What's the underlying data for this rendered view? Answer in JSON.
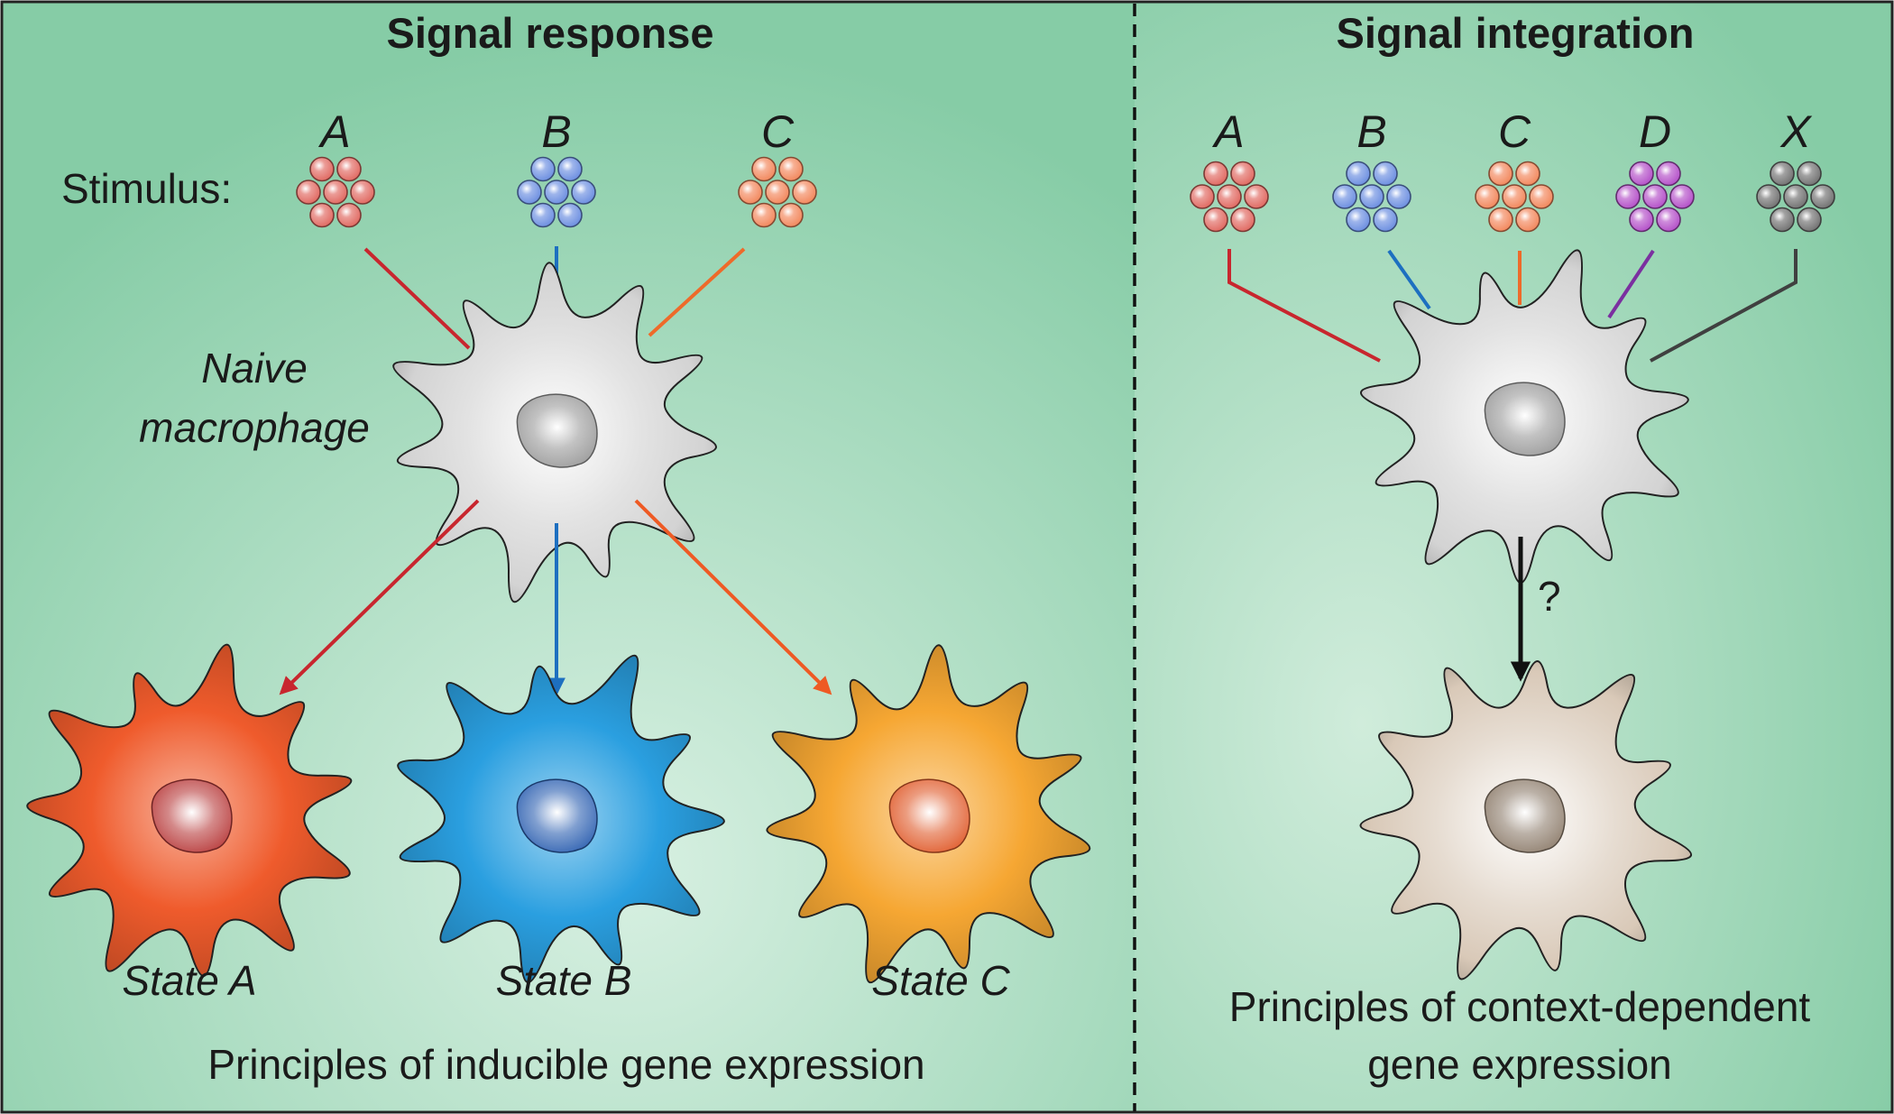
{
  "left_panel": {
    "title": "Signal response",
    "stimulus_label": "Stimulus:",
    "stimuli": [
      {
        "label": "A",
        "color": "#e0675f"
      },
      {
        "label": "B",
        "color": "#6a8de0"
      },
      {
        "label": "C",
        "color": "#f2865a"
      }
    ],
    "naive_label_line1": "Naive",
    "naive_label_line2": "macrophage",
    "states": [
      {
        "label": "State A",
        "color": "#ef5b2c",
        "arrow_color": "#c8262e"
      },
      {
        "label": "State B",
        "color": "#2a9fe0",
        "arrow_color": "#1d6fc0"
      },
      {
        "label": "State C",
        "color": "#f6a733",
        "arrow_color": "#ee5a24"
      }
    ],
    "footer": "Principles of inducible gene expression"
  },
  "right_panel": {
    "title": "Signal integration",
    "stimuli": [
      {
        "label": "A",
        "color": "#e0675f",
        "line_color": "#c8262e"
      },
      {
        "label": "B",
        "color": "#6a8de0",
        "line_color": "#1d6fc0"
      },
      {
        "label": "C",
        "color": "#f2865a",
        "line_color": "#ee6a2a"
      },
      {
        "label": "D",
        "color": "#b34ec8",
        "line_color": "#7b2fa0"
      },
      {
        "label": "X",
        "color": "#707070",
        "line_color": "#404040"
      }
    ],
    "question_mark": "?",
    "footer_line1": "Principles of context-dependent",
    "footer_line2": "gene expression"
  },
  "colors": {
    "background_center": "#d8f0e2",
    "background_edge": "#86cca6",
    "naive_cell": "#d3d3d3",
    "result_cell": "#d9c9b8"
  }
}
